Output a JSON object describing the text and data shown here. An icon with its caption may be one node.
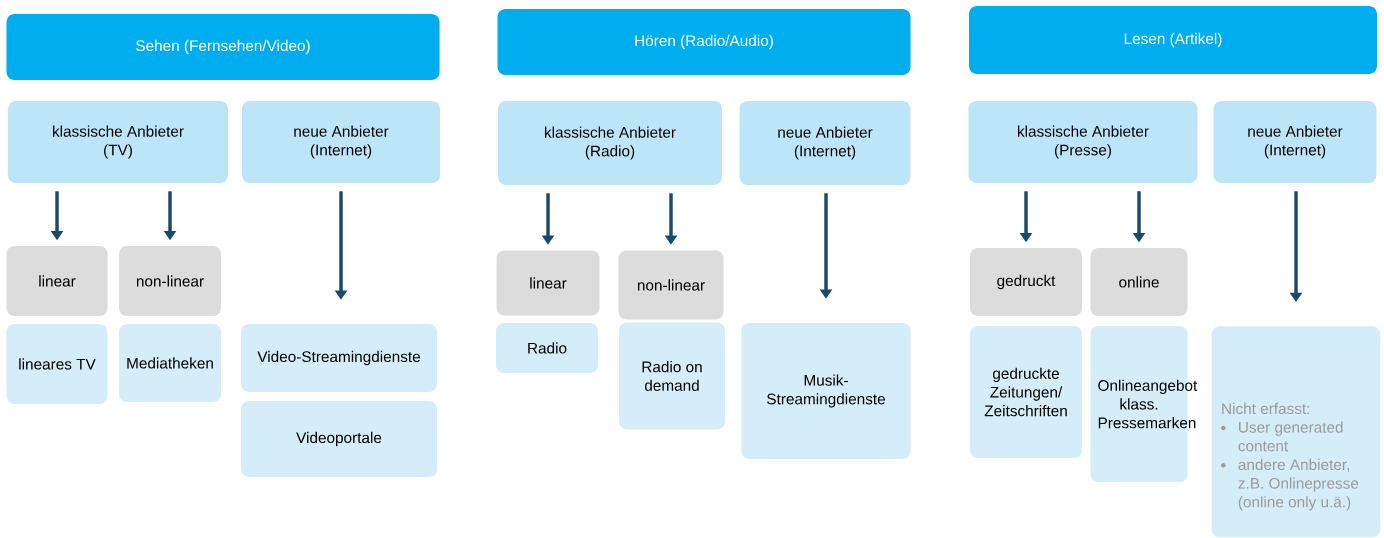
{
  "diagram": {
    "nodes": [
      {
        "text": [
          "Sehen (Fernsehen/Video)"
        ]
      },
      {
        "text": [
          "klassische Anbieter (TV)"
        ]
      },
      {
        "text": [
          "neue Anbieter (Internet)"
        ]
      },
      {
        "text": [
          "linear"
        ]
      },
      {
        "text": [
          "non-linear"
        ]
      },
      {
        "text": [
          "lineares TV"
        ]
      },
      {
        "text": [
          "Mediatheken"
        ]
      },
      {
        "text": [
          "Video-Streamingdienste"
        ]
      },
      {
        "text": [
          "Videoportale"
        ]
      },
      {
        "text": [
          "Hören (Radio/Audio)"
        ]
      },
      {
        "text": [
          "klassische Anbieter (Radio)"
        ]
      },
      {
        "text": [
          "neue Anbieter (Internet)"
        ]
      },
      {
        "text": [
          "linear"
        ]
      },
      {
        "text": [
          "non-linear"
        ]
      },
      {
        "text": [
          "Radio"
        ]
      },
      {
        "text": [
          "Radio on demand"
        ]
      },
      {
        "text": [
          "Musik-Streamingdienste"
        ]
      },
      {
        "text": [
          "Lesen (Artikel)"
        ]
      },
      {
        "text": [
          "klassische Anbieter (Presse)"
        ]
      },
      {
        "text": [
          "neue Anbieter (Internet)"
        ]
      },
      {
        "text": [
          "gedruckt"
        ]
      },
      {
        "text": [
          "online"
        ]
      },
      {
        "text": [
          "gedruckte Zeitungen/ Zeitschriften"
        ]
      },
      {
        "text": [
          "Onlineangebot klass. Pressemarken"
        ]
      },
      {
        "text": [
          "Nicht erfasst:",
          "User generated content",
          "andere Anbieter, z.B. Onlinepresse (online only u.ä.)"
        ]
      }
    ],
    "edges": [
      {
        "from": 1,
        "to": 3,
        "arrow": "to"
      },
      {
        "from": 1,
        "to": 4,
        "arrow": "to"
      },
      {
        "from": 2,
        "to": 7,
        "arrow": "to"
      },
      {
        "from": 10,
        "to": 12,
        "arrow": "to"
      },
      {
        "from": 10,
        "to": 13,
        "arrow": "to"
      },
      {
        "from": 11,
        "to": 16,
        "arrow": "to"
      },
      {
        "from": 18,
        "to": 20,
        "arrow": "to"
      },
      {
        "from": 18,
        "to": 21,
        "arrow": "to"
      },
      {
        "from": 19,
        "to": 24,
        "arrow": "to"
      }
    ]
  }
}
